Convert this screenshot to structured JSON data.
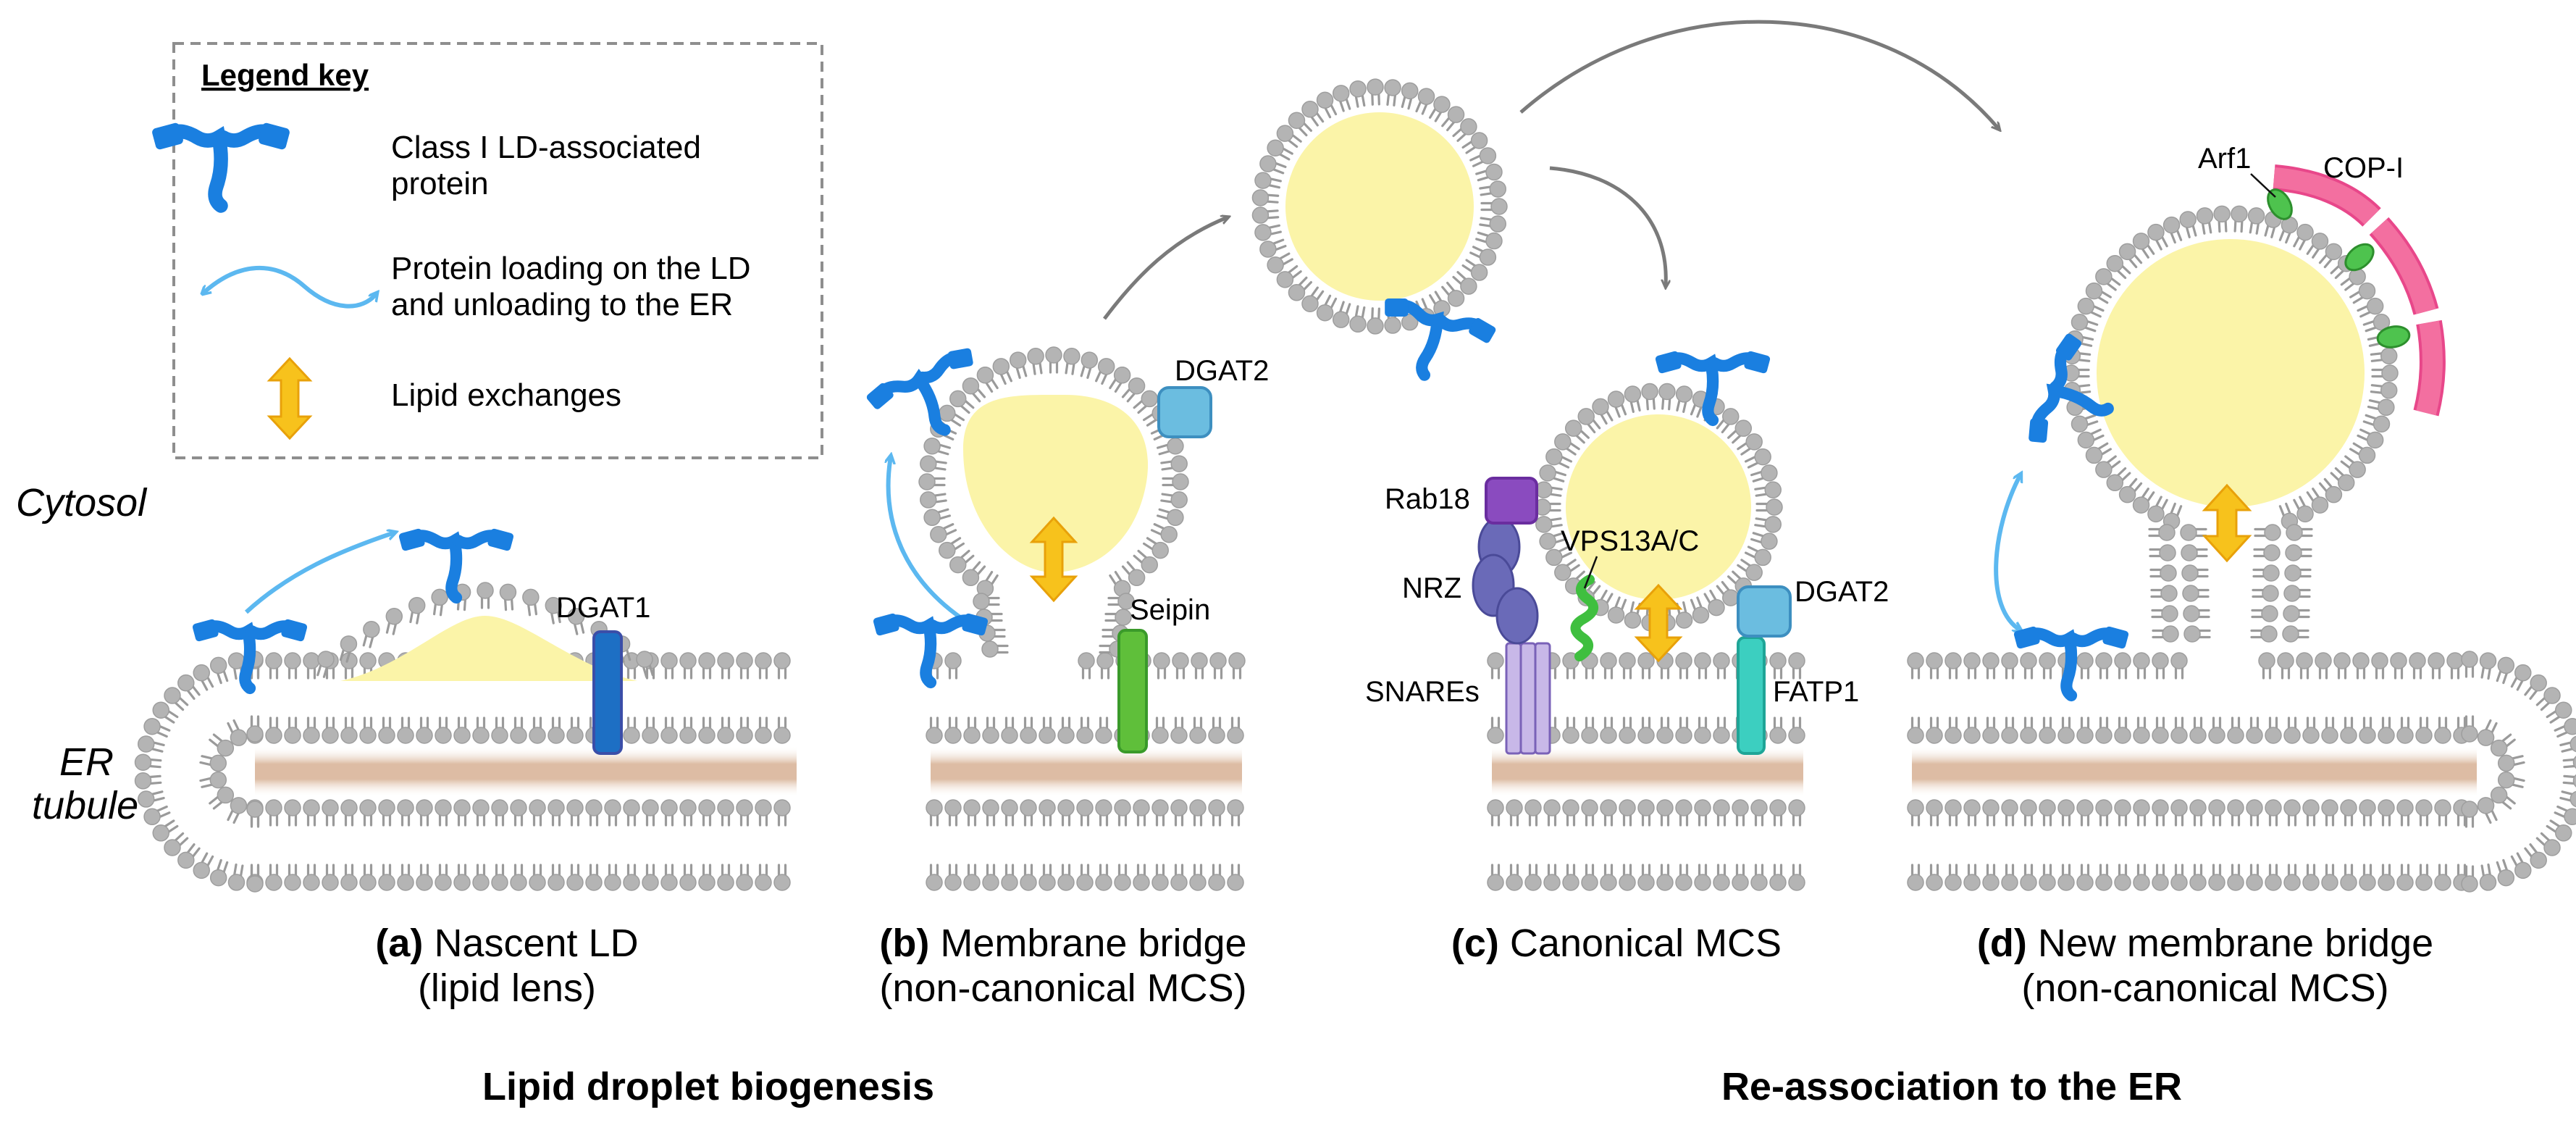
{
  "legend": {
    "title": "Legend key",
    "items": [
      {
        "text_lines": [
          "Class I LD-associated",
          "protein"
        ]
      },
      {
        "text_lines": [
          "Protein loading on the LD",
          "and unloading to the ER"
        ]
      },
      {
        "text_lines": [
          "Lipid exchanges"
        ]
      }
    ]
  },
  "side_labels": {
    "cytosol": "Cytosol",
    "er_tubule_lines": [
      "ER",
      "tubule"
    ]
  },
  "proteins": {
    "dgat1": "DGAT1",
    "dgat2_b": "DGAT2",
    "seipin": "Seipin",
    "rab18": "Rab18",
    "nrz": "NRZ",
    "vps13": "VPS13A/C",
    "dgat2_c": "DGAT2",
    "snares": "SNAREs",
    "fatp1": "FATP1",
    "arf1": "Arf1",
    "copi": "COP-I"
  },
  "panels": [
    {
      "letter": "(a)",
      "title": "Nascent LD",
      "subtitle": "(lipid lens)"
    },
    {
      "letter": "(b)",
      "title": "Membrane bridge",
      "subtitle": "(non-canonical MCS)"
    },
    {
      "letter": "(c)",
      "title": "Canonical MCS",
      "subtitle": ""
    },
    {
      "letter": "(d)",
      "title": "New membrane bridge",
      "subtitle": "(non-canonical MCS)"
    }
  ],
  "sections": {
    "left": "Lipid droplet biogenesis",
    "right": "Re-association to the ER"
  },
  "colors": {
    "lipid_head": "#b4b4b4",
    "lipid_tail": "#9a9a9a",
    "lipid_core": "#fbf4a8",
    "er_lumen": "#d9b59a",
    "protein_blue": "#1a7fe0",
    "arrow_light_blue": "#5cb8f0",
    "lipid_exchange": "#f7c21c",
    "dgat1": "#1d6fc4",
    "dgat2": "#6bbde0",
    "seipin": "#5fbf3a",
    "rab18": "#8a4bbf",
    "nrz": "#6a6ab8",
    "snares": "#c8b8e8",
    "fatp1": "#3ccfc0",
    "vps13": "#3fbf3f",
    "copi": "#f36fa0",
    "arf1": "#4ec34e",
    "gray_arrow": "#7a7a7a"
  }
}
